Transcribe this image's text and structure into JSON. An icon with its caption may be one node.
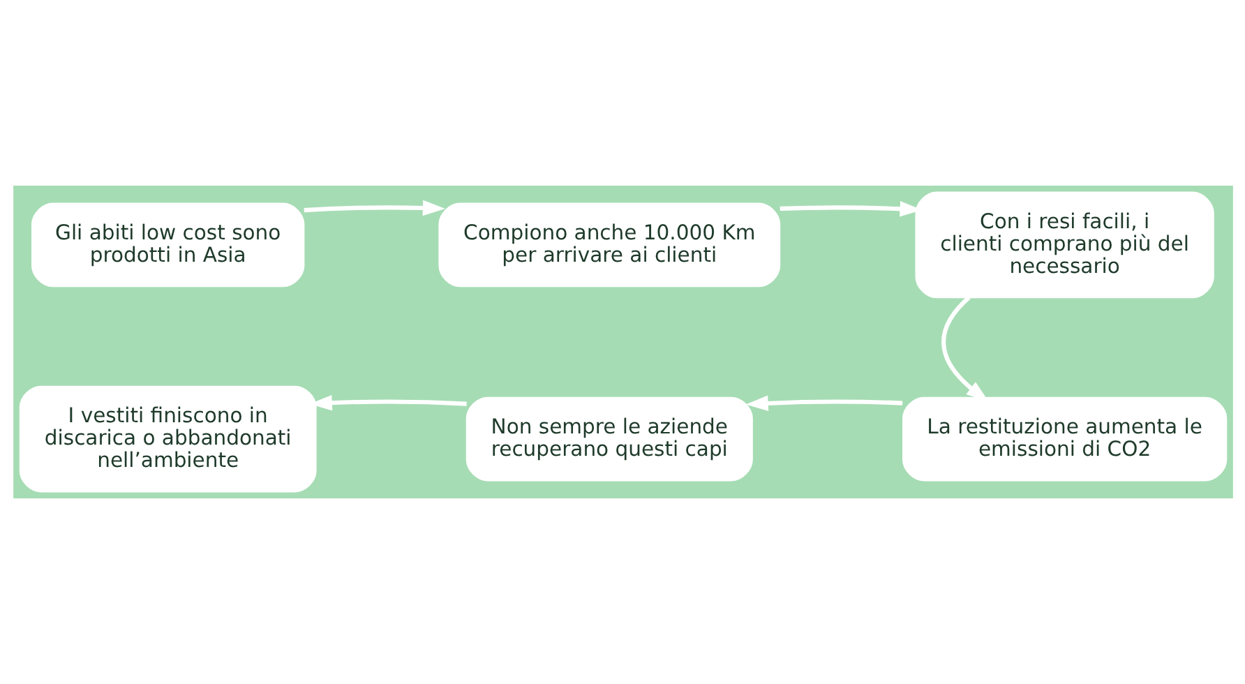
{
  "diagram": {
    "nodes": [
      {
        "text": [
          "Gli abiti low cost sono prodotti in Asia"
        ]
      },
      {
        "text": [
          "Compiono anche 10.000 Km per arrivare ai clienti"
        ]
      },
      {
        "text": [
          "Con i resi facili, i clienti comprano più del necessario"
        ]
      },
      {
        "text": [
          "La restituzione aumenta le emissioni di CO2"
        ]
      },
      {
        "text": [
          "Non sempre le aziende recuperano questi capi"
        ]
      },
      {
        "text": [
          "I vestiti finiscono in discarica o abbandonati nell’ambiente"
        ]
      }
    ],
    "edges": [
      {
        "from": 0,
        "to": 1,
        "arrow": "to"
      },
      {
        "from": 1,
        "to": 2,
        "arrow": "to"
      },
      {
        "from": 2,
        "to": 3,
        "arrow": "to"
      },
      {
        "from": 3,
        "to": 4,
        "arrow": "to"
      },
      {
        "from": 4,
        "to": 5,
        "arrow": "to"
      }
    ]
  }
}
